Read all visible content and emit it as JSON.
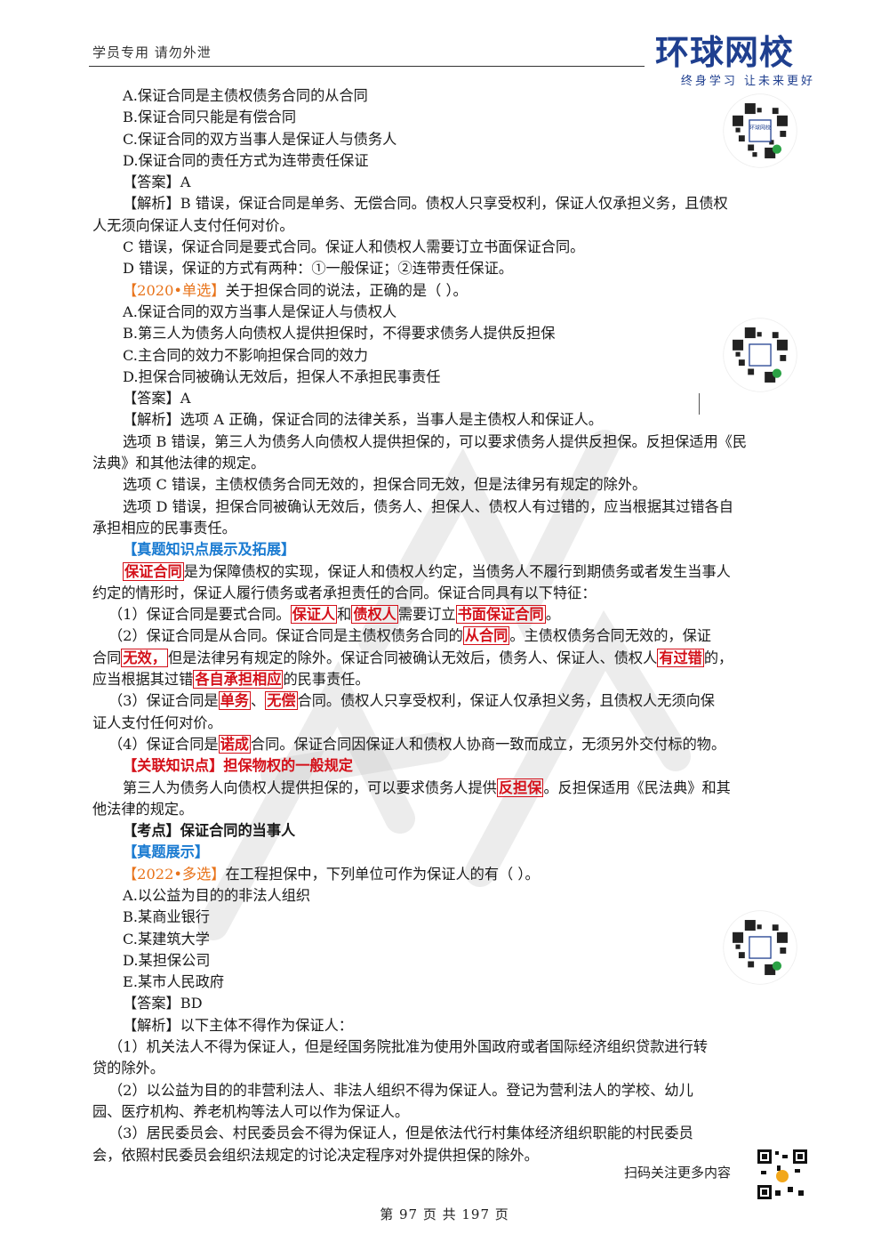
{
  "header": {
    "notice": "学员专用 请勿外泄",
    "logo_title": "环球网校",
    "logo_subtitle": "终身学习 让未来更好"
  },
  "q1": {
    "options": [
      "A.保证合同是主债权债务合同的从合同",
      "B.保证合同只能是有偿合同",
      "C.保证合同的双方当事人是保证人与债务人",
      "D.保证合同的责任方式为连带责任保证"
    ],
    "answer": "【答案】A",
    "analysis_1": "【解析】B 错误，保证合同是单务、无偿合同。债权人只享受权利，保证人仅承担义务，且债权",
    "analysis_1b": "人无须向保证人支付任何对价。",
    "analysis_2": "C 错误，保证合同是要式合同。保证人和债权人需要订立书面保证合同。",
    "analysis_3": "D 错误，保证的方式有两种：①一般保证；②连带责任保证。"
  },
  "q2": {
    "tag": "【2020•单选】",
    "stem": "关于担保合同的说法，正确的是（ ）。",
    "options": [
      "A.保证合同的双方当事人是保证人与债权人",
      "B.第三人为债务人向债权人提供担保时，不得要求债务人提供反担保",
      "C.主合同的效力不影响担保合同的效力",
      "D.担保合同被确认无效后，担保人不承担民事责任"
    ],
    "answer": "【答案】A",
    "analysis_1": "【解析】选项 A 正确，保证合同的法律关系，当事人是主债权人和保证人。",
    "analysis_2a": "选项 B 错误，第三人为债务人向债权人提供担保的，可以要求债务人提供反担保。反担保适用《民",
    "analysis_2b": "法典》和其他法律的规定。",
    "analysis_3": "选项 C 错误，主债权债务合同无效的，担保合同无效，但是法律另有规定的除外。",
    "analysis_4a": "选项 D 错误，担保合同被确认无效后，债务人、担保人、债权人有过错的，应当根据其过错各自",
    "analysis_4b": "承担相应的民事责任。"
  },
  "knowledge": {
    "heading": "【真题知识点展示及拓展】",
    "intro_term": "保证合同",
    "intro_a": "是为保障债权的实现，保证人和债权人约定，当债务人不履行到期债务或者发生当事人",
    "intro_b": "约定的情形时，保证人履行债务或者承担责任的合同。保证合同具有以下特征：",
    "f1_a": "（1）保证合同是要式合同。",
    "f1_k1": "保证人",
    "f1_b": "和",
    "f1_k2": "债权人",
    "f1_c": "需要订立",
    "f1_k3": "书面保证合同",
    "f1_d": "。",
    "f2_a": "（2）保证合同是从合同。保证合同是主债权债务合同的",
    "f2_k1": "从合同",
    "f2_b": "。主债权债务合同无效的，保证",
    "f2_c": "合同",
    "f2_k2": "无效，",
    "f2_d": "但是法律另有规定的除外。保证合同被确认无效后，债务人、保证人、债权人",
    "f2_k3": "有过错",
    "f2_e": "的，",
    "f2_f": "应当根据其过错",
    "f2_k4": "各自承担相应",
    "f2_g": "的民事责任。",
    "f3_a": "（3）保证合同是",
    "f3_k1": "单务",
    "f3_b": "、",
    "f3_k2": "无偿",
    "f3_c": "合同。债权人只享受权利，保证人仅承担义务，且债权人无须向保",
    "f3_d": "证人支付任何对价。",
    "f4_a": "（4）保证合同是",
    "f4_k1": "诺成",
    "f4_b": "合同。保证合同因保证人和债权人协商一致而成立，无须另外交付标的物。"
  },
  "related": {
    "heading": "【关联知识点】担保物权的一般规定",
    "text_a": "第三人为债务人向债权人提供担保的，可以要求债务人提供",
    "term": "反担保",
    "text_b": "。反担保适用《民法典》和其",
    "text_c": "他法律的规定。"
  },
  "topic": {
    "heading": "【考点】保证合同的当事人",
    "sub": "【真题展示】"
  },
  "q3": {
    "tag": "【2022•多选】",
    "stem": "在工程担保中，下列单位可作为保证人的有（ ）。",
    "options": [
      "A.以公益为目的的非法人组织",
      "B.某商业银行",
      "C.某建筑大学",
      "D.某担保公司",
      "E.某市人民政府"
    ],
    "answer": "【答案】BD",
    "analysis_0": "【解析】以下主体不得作为保证人：",
    "a1a": "（1）机关法人不得为保证人，但是经国务院批准为使用外国政府或者国际经济组织贷款进行转",
    "a1b": "贷的除外。",
    "a2a": "（2）以公益为目的的非营利法人、非法人组织不得为保证人。登记为营利法人的学校、幼儿",
    "a2b": "园、医疗机构、养老机构等法人可以作为保证人。",
    "a3a": "（3）居民委员会、村民委员会不得为保证人，但是依法代行村集体经济组织职能的村民委员",
    "a3b": "会，依照村民委员会组织法规定的讨论决定程序对外提供担保的除外。"
  },
  "footer": {
    "scan_text": "扫码关注更多内容",
    "page_text": "第 97 页 共 197 页"
  },
  "qr_label": "环球网校",
  "colors": {
    "brand": "#1f3f8f",
    "orange_tag": "#e8731a",
    "blue_heading": "#1a7bd1",
    "red_key": "#d4111a"
  }
}
